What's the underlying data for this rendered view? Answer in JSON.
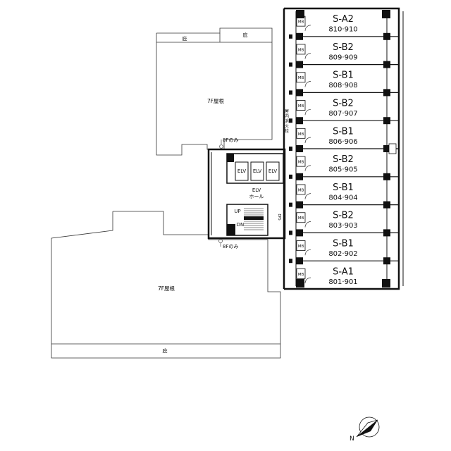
{
  "plan": {
    "roof_upper": "7F屋根",
    "roof_lower": "7F屋根",
    "eave_label": "庇",
    "note_8f_upper": "8Fのみ",
    "note_8f_lower": "8Fのみ",
    "elv_hall_line1": "ELV",
    "elv_hall_line2": "ホール",
    "elevators": [
      "ELV",
      "ELV",
      "ELV"
    ],
    "stair_up": "UP",
    "stair_down": "DN",
    "shaft_label": "EPS",
    "fire_hydrant": "屋内消火栓",
    "mb_label": "MB",
    "units": [
      {
        "name": "S-A2",
        "number": "810·910"
      },
      {
        "name": "S-B2",
        "number": "809·909"
      },
      {
        "name": "S-B1",
        "number": "808·908"
      },
      {
        "name": "S-B2",
        "number": "807·907"
      },
      {
        "name": "S-B1",
        "number": "806·906"
      },
      {
        "name": "S-B2",
        "number": "805·905"
      },
      {
        "name": "S-B1",
        "number": "804·904"
      },
      {
        "name": "S-B2",
        "number": "803·903"
      },
      {
        "name": "S-B1",
        "number": "802·902"
      },
      {
        "name": "S-A1",
        "number": "801·901"
      }
    ],
    "compass_letter": "N"
  }
}
